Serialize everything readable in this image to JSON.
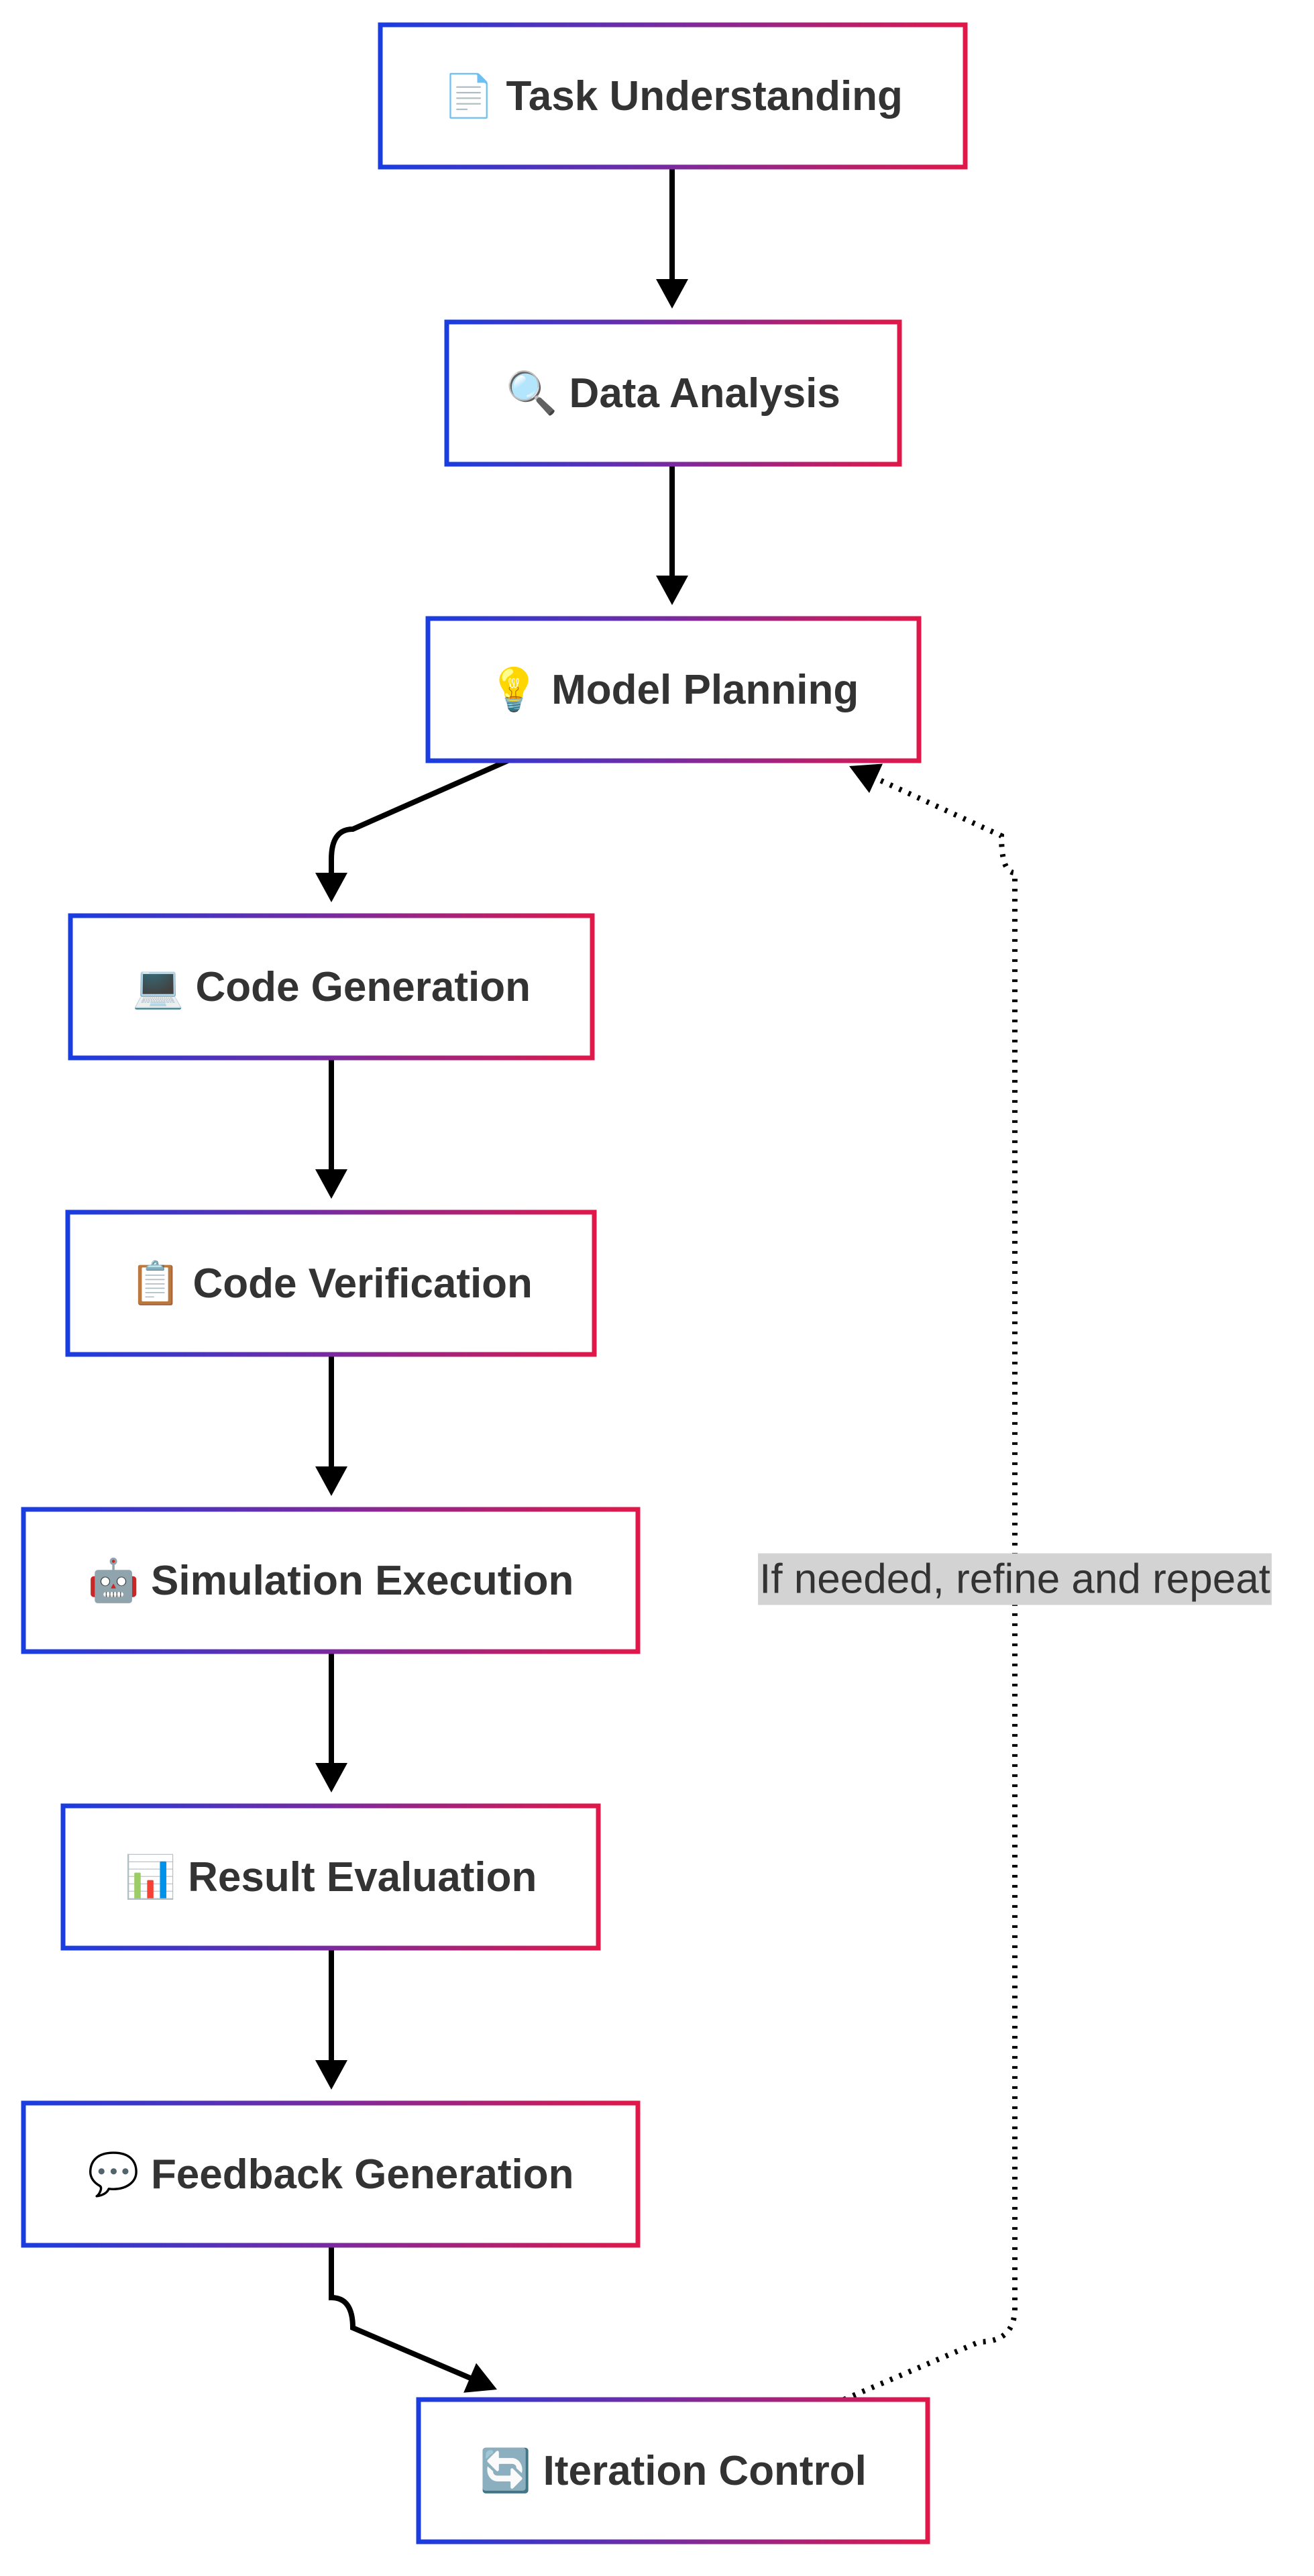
{
  "nodes": [
    {
      "id": "task-understanding",
      "icon": "📄",
      "icon_name": "document-icon",
      "label": "Task Understanding"
    },
    {
      "id": "data-analysis",
      "icon": "🔍",
      "icon_name": "magnifier-icon",
      "label": "Data Analysis"
    },
    {
      "id": "model-planning",
      "icon": "💡",
      "icon_name": "lightbulb-icon",
      "label": "Model Planning"
    },
    {
      "id": "code-generation",
      "icon": "💻",
      "icon_name": "laptop-icon",
      "label": "Code Generation"
    },
    {
      "id": "code-verification",
      "icon": "📋",
      "icon_name": "clipboard-icon",
      "label": "Code Verification"
    },
    {
      "id": "simulation-execution",
      "icon": "🤖",
      "icon_name": "robot-icon",
      "label": "Simulation Execution"
    },
    {
      "id": "result-evaluation",
      "icon": "📊",
      "icon_name": "bar-chart-icon",
      "label": "Result Evaluation"
    },
    {
      "id": "feedback-generation",
      "icon": "💬",
      "icon_name": "speech-bubble-icon",
      "label": "Feedback Generation"
    },
    {
      "id": "iteration-control",
      "icon": "🔄",
      "icon_name": "cycle-arrows-icon",
      "label": "Iteration Control"
    }
  ],
  "edges": [
    {
      "from": "task-understanding",
      "to": "data-analysis",
      "style": "solid"
    },
    {
      "from": "data-analysis",
      "to": "model-planning",
      "style": "solid"
    },
    {
      "from": "model-planning",
      "to": "code-generation",
      "style": "solid"
    },
    {
      "from": "code-generation",
      "to": "code-verification",
      "style": "solid"
    },
    {
      "from": "code-verification",
      "to": "simulation-execution",
      "style": "solid"
    },
    {
      "from": "simulation-execution",
      "to": "result-evaluation",
      "style": "solid"
    },
    {
      "from": "result-evaluation",
      "to": "feedback-generation",
      "style": "solid"
    },
    {
      "from": "feedback-generation",
      "to": "iteration-control",
      "style": "solid"
    },
    {
      "from": "iteration-control",
      "to": "model-planning",
      "style": "dotted",
      "label": "If needed, refine and repeat"
    }
  ],
  "colors": {
    "border_gradient_start": "#1a3de0",
    "border_gradient_mid": "#7a2a9e",
    "border_gradient_end": "#e0184a",
    "node_fill": "#ffffff",
    "node_text": "#333333",
    "edge": "#000000",
    "edge_label_bg": "#d3d3d3"
  }
}
